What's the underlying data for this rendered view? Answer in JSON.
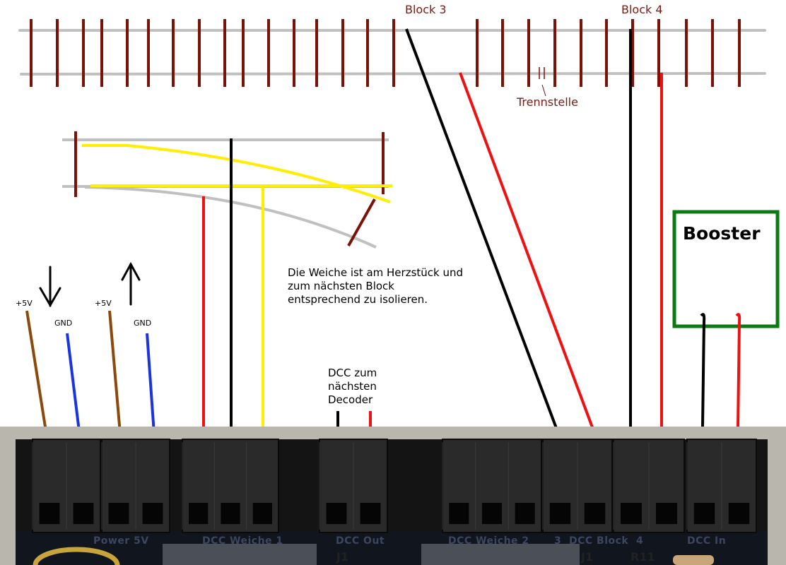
{
  "labels": {
    "block3": "Block 3",
    "block4": "Block 4",
    "trennstelle": "Trennstelle",
    "note": "Die Weiche ist am Herzstück und zum nächsten Block entsprechend zu isolieren.",
    "dcc_next": "DCC zum nächsten Decoder",
    "booster": "Booster",
    "plus5v_left": "+5V",
    "gnd_left": "GND",
    "plus5v_right": "+5V",
    "gnd_right": "GND"
  },
  "pcb_labels": {
    "power": "Power 5V",
    "dcc_weiche_1": "DCC Weiche 1",
    "dcc_out": "DCC Out",
    "dcc_weiche_2": "DCC Weiche 2",
    "dcc_block": "3  DCC Block  4",
    "dcc_in": "DCC In",
    "r11": "R11",
    "j1_a": "J1",
    "j1_b": "J1"
  },
  "colors": {
    "rail": "#c0c0c0",
    "sleeper": "#7a1208",
    "black_wire": "#000000",
    "red_wire": "#ee1111",
    "yellow_wire": "#ffee00",
    "brown_wire": "#8b4a0b",
    "blue_wire": "#1a35e0",
    "booster_border": "#0c7a10",
    "pcb": "#141414",
    "pcb_background": "#b9b6ae"
  }
}
